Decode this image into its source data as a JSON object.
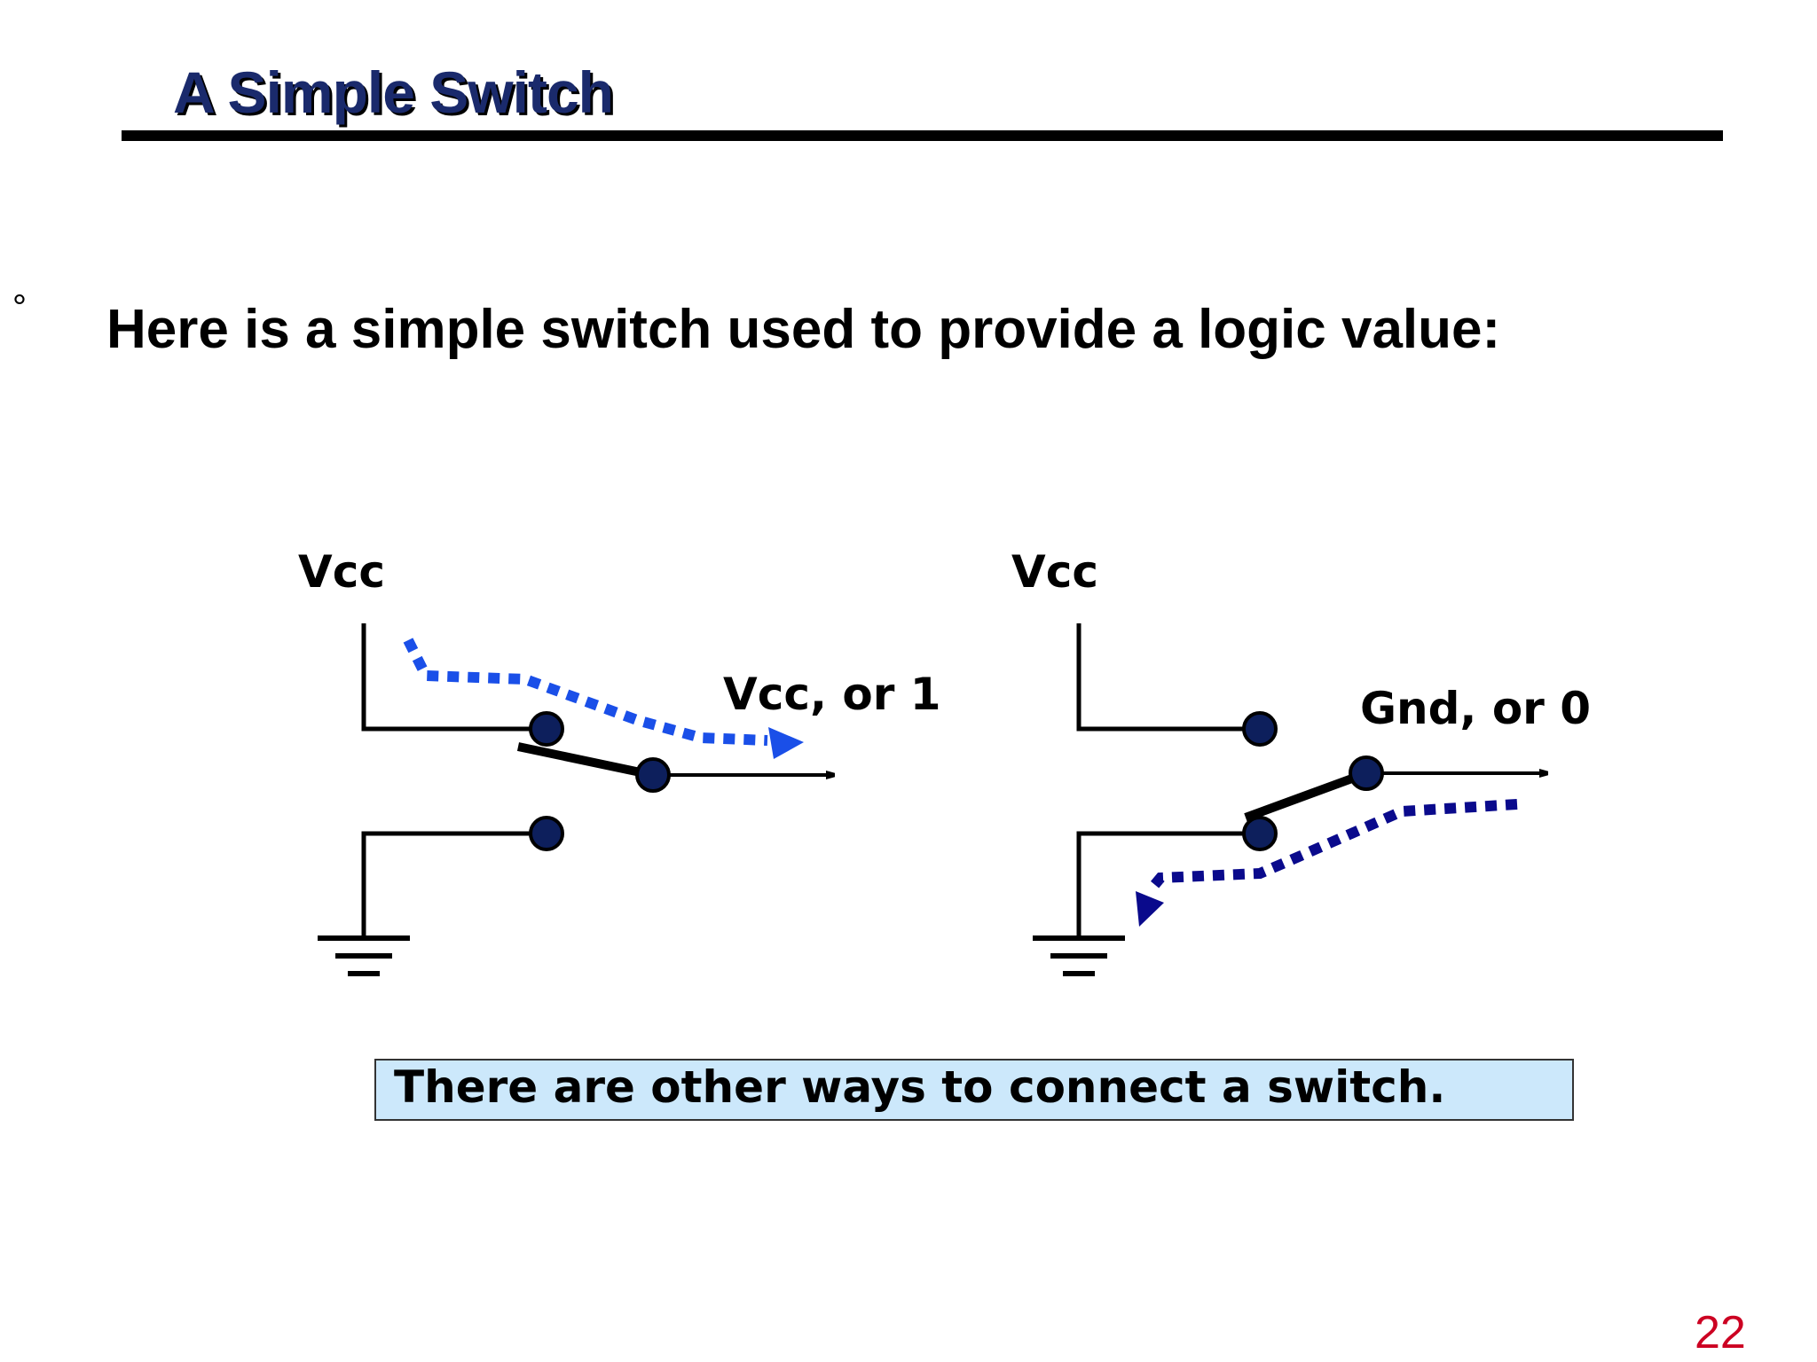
{
  "slide": {
    "title": "A Simple Switch",
    "bullet_mark": "°",
    "bullet_text": "Here is a simple switch used to provide a logic value:",
    "note": "There are other ways to connect a switch.",
    "page_number": "22"
  },
  "diagram": {
    "left": {
      "supply_label": "Vcc",
      "output_label": "Vcc, or 1",
      "switch_position": "up",
      "flow_color": "#1a4fe8"
    },
    "right": {
      "supply_label": "Vcc",
      "output_label": "Gnd, or 0",
      "switch_position": "down",
      "flow_color": "#0a0a8c"
    },
    "node_color": "#0d1f5c"
  }
}
